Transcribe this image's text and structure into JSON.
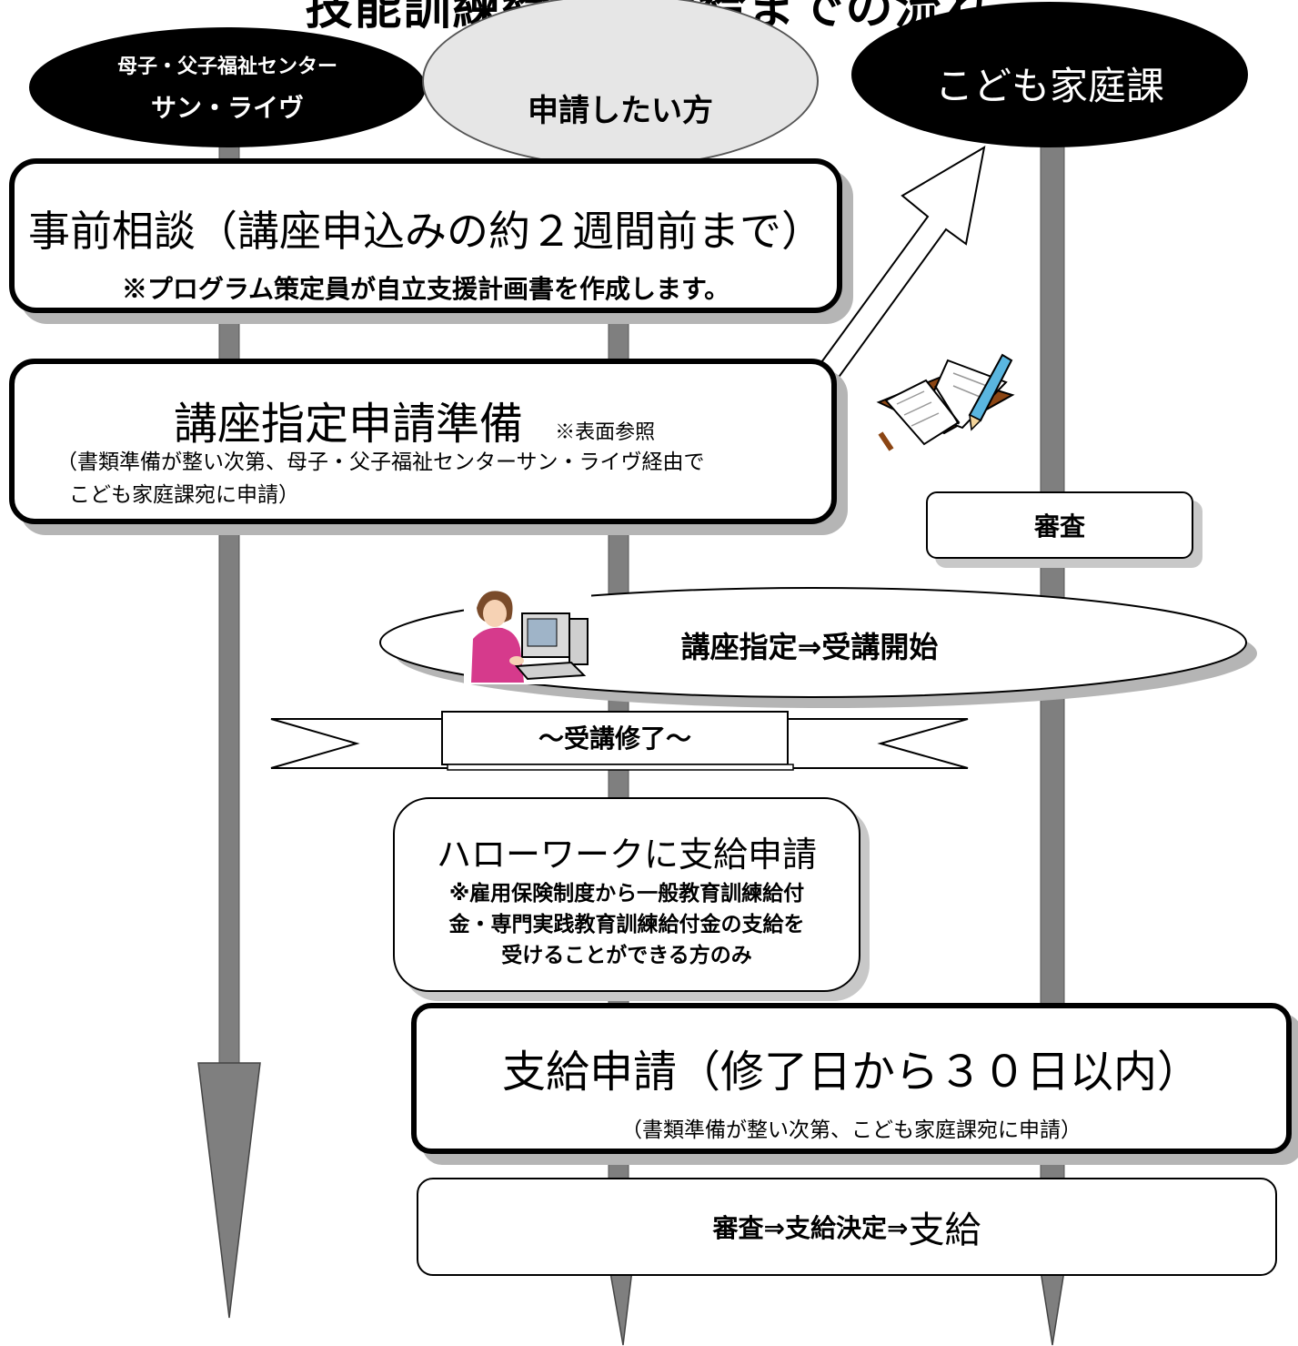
{
  "title": "技能訓練給付金受給までの流れ",
  "lanes": {
    "left": {
      "line1": "母子・父子福祉センター",
      "line2": "サン・ライヴ"
    },
    "middle": {
      "label": "申請したい方"
    },
    "right": {
      "label": "こども家庭課"
    }
  },
  "steps": {
    "consult": {
      "title": "事前相談（講座申込みの約２週間前まで）",
      "note": "※プログラム策定員が自立支援計画書を作成します。"
    },
    "prepare": {
      "title": "講座指定申請準備",
      "ref": "※表面参照",
      "note1": "（書類準備が整い次第、母子・父子福祉センターサン・ライヴ経由で",
      "note2": "こども家庭課宛に申請）"
    },
    "review": {
      "label": "審査"
    },
    "designation": {
      "label": "講座指定⇒受講開始"
    },
    "complete": {
      "label": "～受講修了～"
    },
    "hellowork": {
      "title": "ハローワークに支給申請",
      "note1": "※雇用保険制度から一般教育訓練給付",
      "note2": "金・専門実践教育訓練給付金の支給を",
      "note3": "受けることができる方のみ"
    },
    "application": {
      "title": "支給申請（修了日から３０日以内）",
      "note": "（書類準備が整い次第、こども家庭課宛に申請）"
    },
    "final": {
      "small": "審査⇒支給決定⇒",
      "big": "支給"
    }
  }
}
